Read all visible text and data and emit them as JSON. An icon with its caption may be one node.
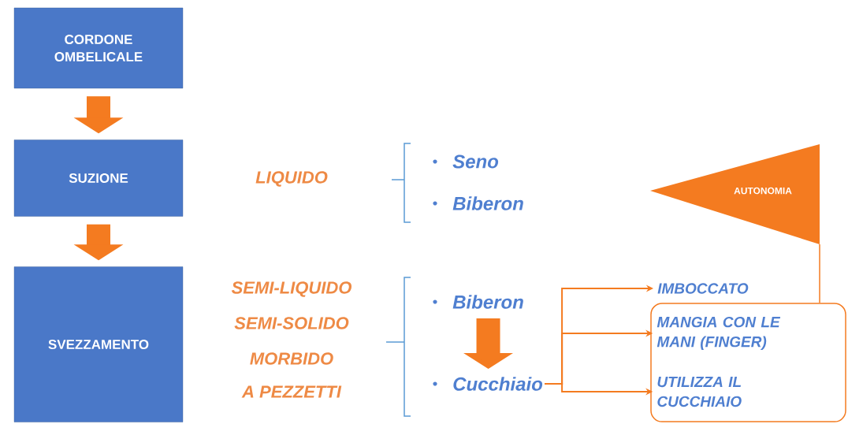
{
  "diagram": {
    "nodes": [
      {
        "text": [
          "CORDONE OMBELICALE"
        ]
      },
      {
        "text": [
          "SUZIONE"
        ]
      },
      {
        "text": [
          "SVEZZAMENTO"
        ]
      },
      {
        "text": [
          "AUTONOMIA"
        ]
      },
      {
        "text": [
          "Biberon"
        ]
      },
      {
        "text": [
          "Cucchiaio"
        ]
      },
      {
        "text": [
          "IMBOCCATO"
        ]
      },
      {
        "text": [],
        "shape": "box"
      },
      {
        "text": [
          "MANGIA CON LE MANI (FINGER)"
        ],
        "in": 7
      },
      {
        "text": [
          "UTILIZZA IL CUCCHIAIO"
        ],
        "in": 7
      }
    ],
    "edges": [
      {
        "from": 0,
        "to": 1,
        "arrow": "to",
        "style": "thick"
      },
      {
        "from": 1,
        "to": 2,
        "arrow": "to",
        "style": "thick"
      },
      {
        "from": 4,
        "to": 5,
        "arrow": "to",
        "style": "thick"
      },
      {
        "from": 5,
        "to": 6,
        "arrow": "to"
      },
      {
        "from": 5,
        "to": 8,
        "arrow": "to"
      },
      {
        "from": 5,
        "to": 9,
        "arrow": "to"
      },
      {
        "from": 3,
        "to": 7,
        "arrow": "none"
      }
    ],
    "labels": [
      "LIQUIDO",
      "Seno",
      "Biberon",
      "SEMI-LIQUIDO",
      "SEMI-SOLIDO",
      "MORBIDO",
      "A PEZZETTI"
    ]
  }
}
